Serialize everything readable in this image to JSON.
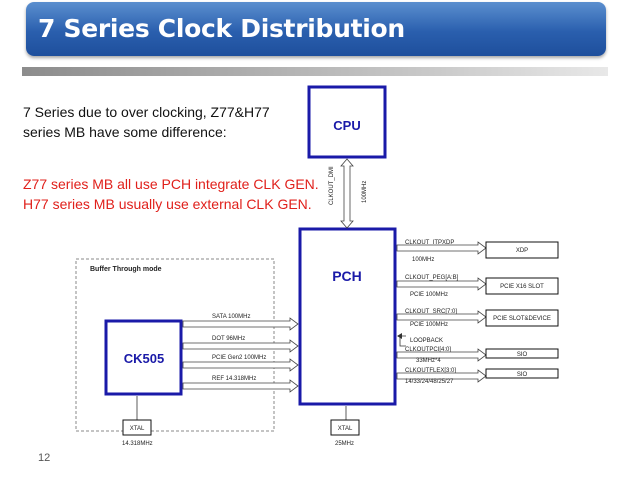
{
  "slide": {
    "title": "7 Series Clock Distribution",
    "intro_line1": "7 Series due to over clocking, Z77&H77",
    "intro_line2": "series MB have some difference:",
    "note_line1": "Z77  series MB all use PCH integrate CLK GEN.",
    "note_line2": "H77 series MB usually use external CLK GEN.",
    "page_number": "12",
    "accent_color": "#2a5fae",
    "note_color": "#e0201b"
  },
  "diagram": {
    "cpu_label": "CPU",
    "pch_label": "PCH",
    "ck505_label": "CK505",
    "buffer_mode_label": "Buffer Through mode",
    "cpu_link_label1": "CLKOUT_DMI",
    "cpu_link_label2": "100MHz",
    "inputs": [
      {
        "label": "SATA 100MHz"
      },
      {
        "label": "DOT 96MHz"
      },
      {
        "label": "PCIE Gen2 100MHz"
      },
      {
        "label": "REF 14.318MHz"
      }
    ],
    "outputs": [
      {
        "signal": "CLKOUT_ITPXDP",
        "freq": "100MHz",
        "target": "XDP"
      },
      {
        "signal": "CLKOUT_PEG[A:B]",
        "freq": "PCIE 100MHz",
        "target": "PCIE X16 SLOT"
      },
      {
        "signal": "CLKOUT_SRC[7:0]",
        "freq": "PCIE 100MHz",
        "target": "PCIE SLOT&DEVICE"
      },
      {
        "signal": "CLKOUTPCI[4:0]",
        "freq": "33MHz*4",
        "target": "SIO"
      },
      {
        "signal": "CLKOUTFLEX[3:0]",
        "freq": "14/33/24/48/25/27",
        "target": "SIO"
      }
    ],
    "loopback_label": "LOOPBACK",
    "xtal_left": {
      "label": "XTAL",
      "freq": "14.318MHz"
    },
    "xtal_right": {
      "label": "XTAL",
      "freq": "25MHz"
    }
  }
}
